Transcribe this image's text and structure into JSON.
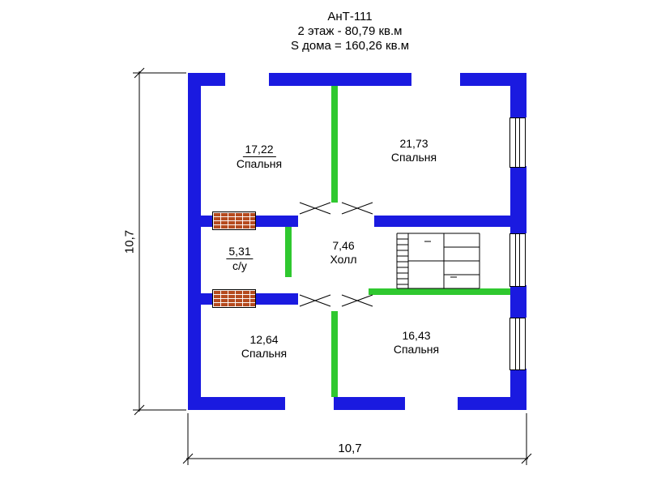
{
  "title": {
    "line1": "АнТ-111",
    "line2": "2 этаж - 80,79 кв.м",
    "line3": "S дома = 160,26 кв.м"
  },
  "rooms": [
    {
      "area": "17,22",
      "name": "Спальня"
    },
    {
      "area": "21,73",
      "name": "Спальня"
    },
    {
      "area": "5,31",
      "name": "с/у"
    },
    {
      "area": "7,46",
      "name": "Холл"
    },
    {
      "area": "12,64",
      "name": "Спальня"
    },
    {
      "area": "16,43",
      "name": "Спальня"
    }
  ],
  "dimensions": {
    "left": "10,7",
    "bottom": "10,7"
  },
  "colors": {
    "wall": "#1a1ae0",
    "partition": "#2fc82f",
    "brick": "#b54a1e"
  }
}
